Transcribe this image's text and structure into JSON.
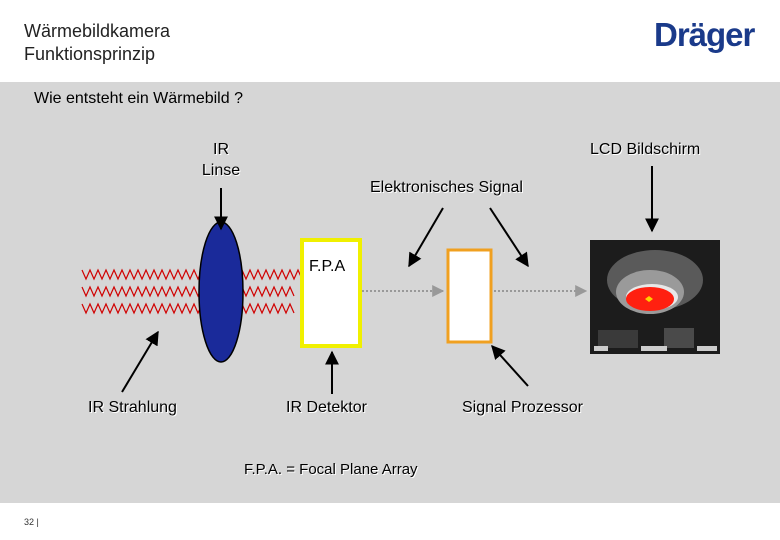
{
  "header": {
    "title": "Wärmebildkamera",
    "subtitle": "Funktionsprinzip",
    "logo": "Dräger"
  },
  "question": "Wie entsteht ein Wärmebild ?",
  "labels": {
    "ir_linse_1": "IR",
    "ir_linse_2": "Linse",
    "lcd": "LCD Bildschirm",
    "signal": "Elektronisches Signal",
    "fpa": "F.P.A",
    "ir_strahlung": "IR Strahlung",
    "ir_detektor": "IR Detektor",
    "signal_prozessor": "Signal Prozessor",
    "fpa_def": "F.P.A. = Focal Plane Array"
  },
  "colors": {
    "lens": "#1a2a9a",
    "fpa_frame": "#f0f000",
    "processor_frame": "#f0a020",
    "waves": "#d00000"
  },
  "footer": {
    "page": "32 |"
  }
}
